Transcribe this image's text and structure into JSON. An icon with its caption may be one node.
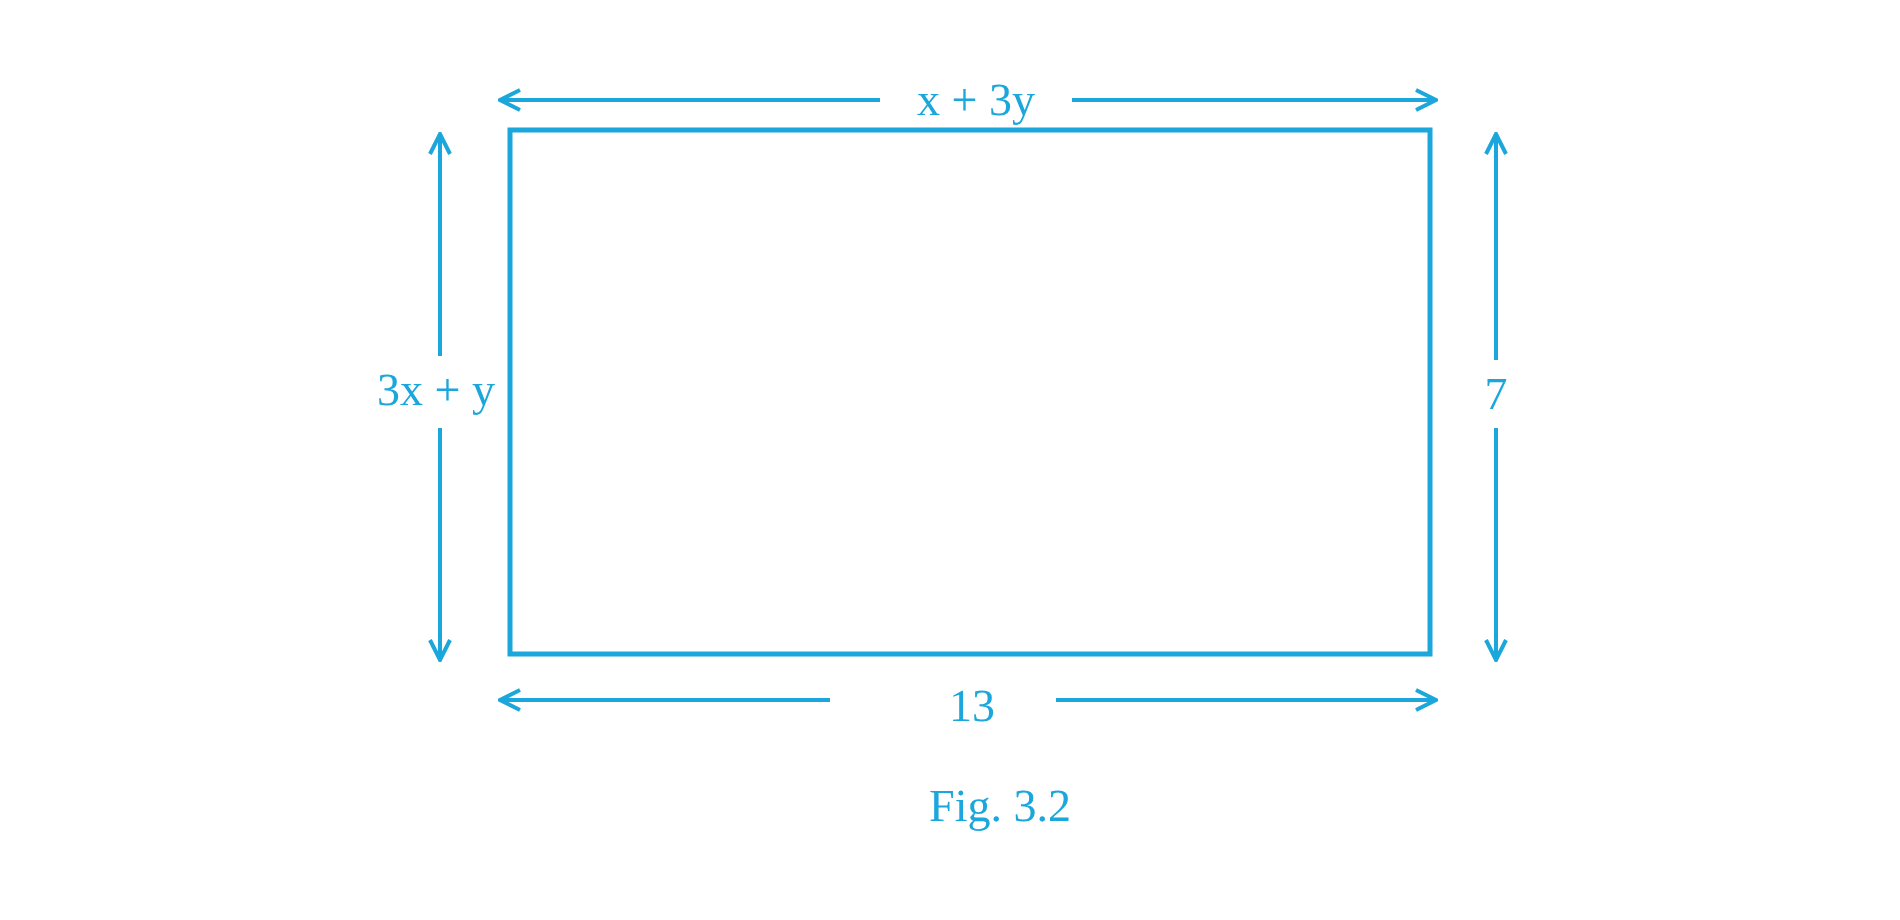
{
  "diagram": {
    "caption": "Fig. 3.2",
    "nodes": [
      {
        "text": [],
        "shape": "box"
      }
    ],
    "labels": [
      "x + 3y",
      "3x + y",
      "7",
      "13"
    ]
  }
}
